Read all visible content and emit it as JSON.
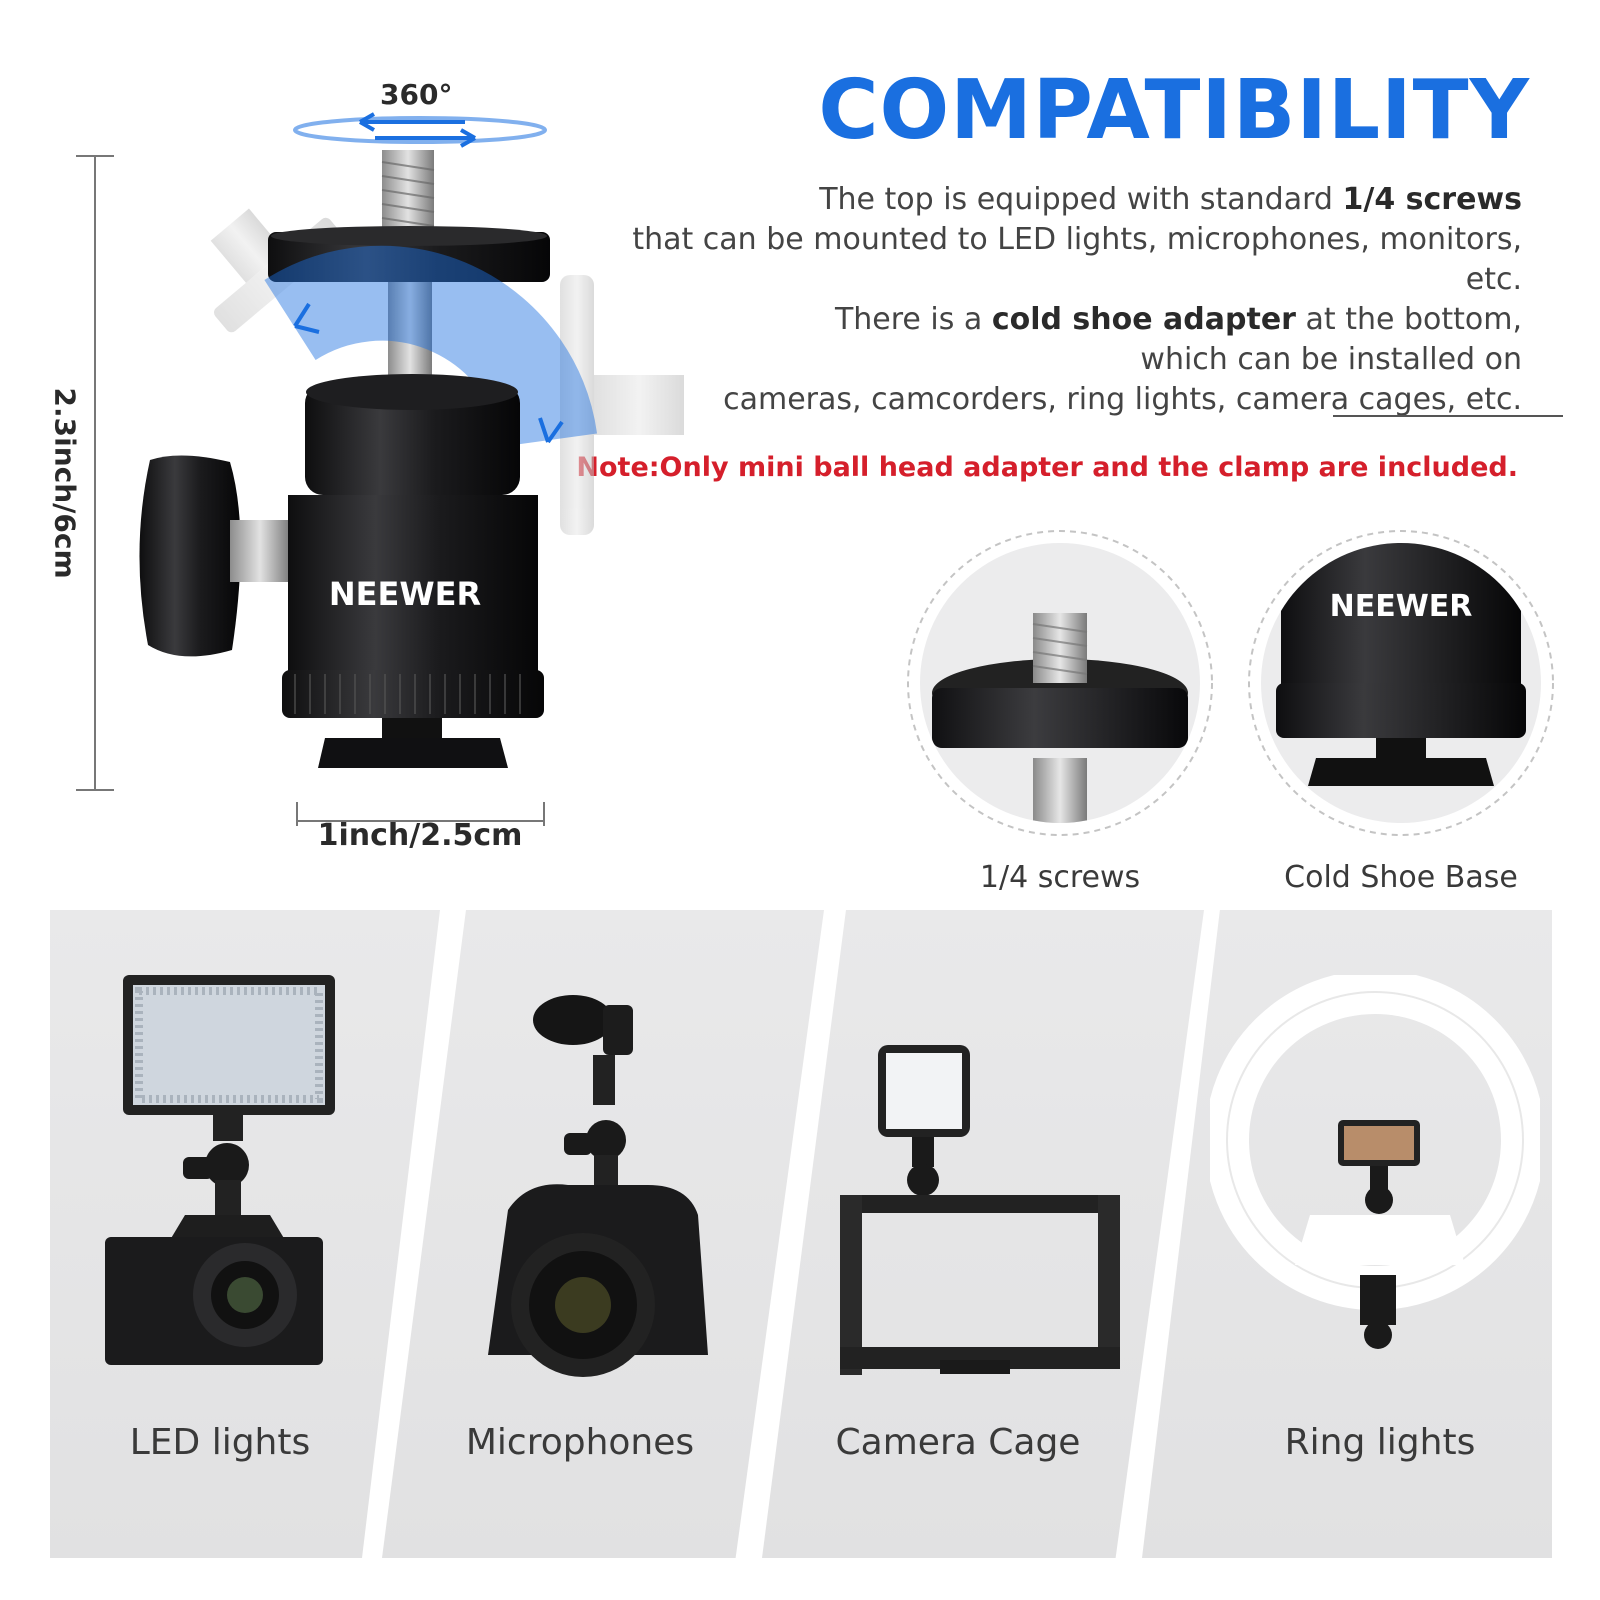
{
  "header": {
    "title": "COMPATIBILITY",
    "desc": {
      "line1_pre": "The top is equipped with standard ",
      "line1_bold": "1/4 screws",
      "line2": "that can be mounted to LED lights, microphones, monitors, etc.",
      "line3_pre": "There is a ",
      "line3_bold": "cold shoe adapter",
      "line3_post": " at the bottom,",
      "line4": "which can be installed on",
      "line5": "cameras, camcorders, ring lights, camera cages, etc."
    },
    "note": "Note:Only mini ball head adapter and the clamp are included."
  },
  "product": {
    "brand": "NEEWER",
    "rotation_label": "360°",
    "height_label": "2.3inch/6cm",
    "width_label": "1inch/2.5cm"
  },
  "details": [
    {
      "label": "1/4 screws"
    },
    {
      "label": "Cold Shoe Base"
    }
  ],
  "uses": [
    {
      "label": "LED lights"
    },
    {
      "label": "Microphones"
    },
    {
      "label": "Camera Cage"
    },
    {
      "label": "Ring lights"
    }
  ],
  "colors": {
    "accent_blue": "#1a6fe0",
    "note_red": "#d51f2b",
    "panel_gray": "#e6e6e7"
  }
}
